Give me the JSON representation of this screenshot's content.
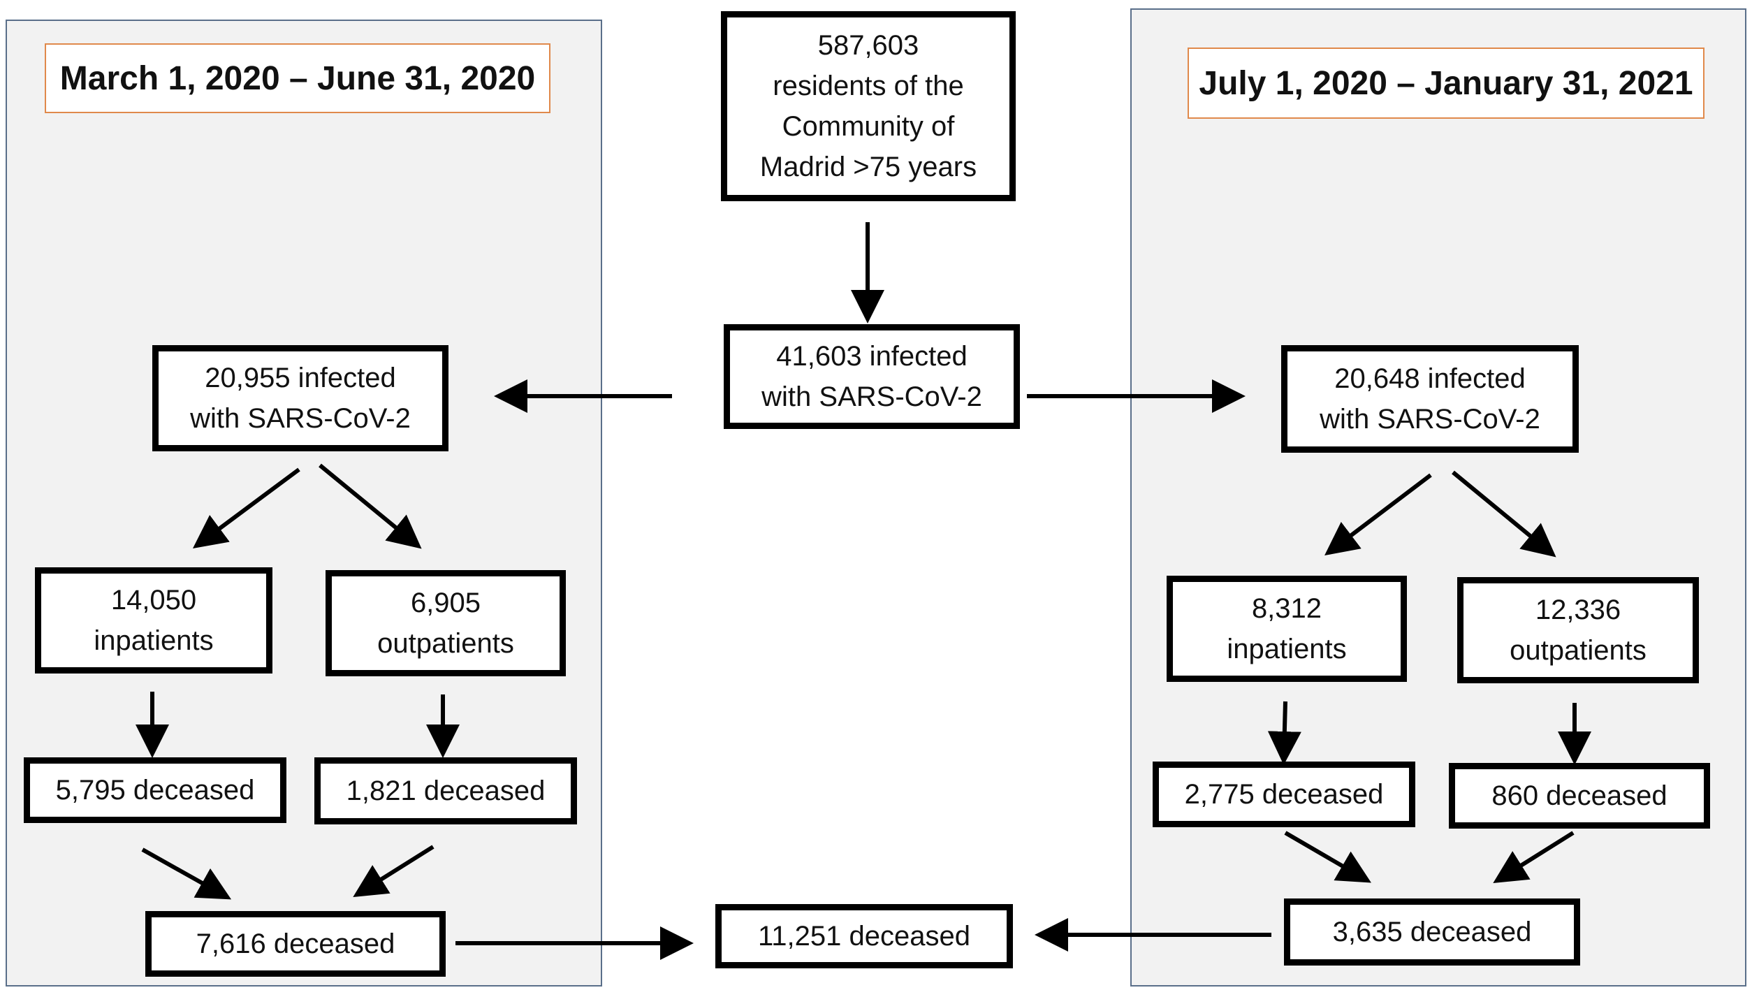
{
  "periods": {
    "left": "March 1, 2020 – June 31, 2020",
    "right": "July 1, 2020 – January 31, 2021"
  },
  "center": {
    "population": [
      "587,603",
      "residents of the",
      "Community of",
      "Madrid >75 years"
    ],
    "infected": [
      "41,603 infected",
      "with SARS-CoV-2"
    ],
    "total_deceased": "11,251 deceased"
  },
  "left": {
    "infected": [
      "20,955 infected",
      "with SARS-CoV-2"
    ],
    "inpatients": [
      "14,050",
      "inpatients"
    ],
    "outpatients": [
      "6,905",
      "outpatients"
    ],
    "inpatients_deceased": "5,795 deceased",
    "outpatients_deceased": "1,821 deceased",
    "total_deceased": "7,616 deceased"
  },
  "right": {
    "infected": [
      "20,648 infected",
      "with SARS-CoV-2"
    ],
    "inpatients": [
      "8,312",
      "inpatients"
    ],
    "outpatients": [
      "12,336",
      "outpatients"
    ],
    "inpatients_deceased": "2,775 deceased",
    "outpatients_deceased": "860 deceased",
    "total_deceased": "3,635 deceased"
  }
}
